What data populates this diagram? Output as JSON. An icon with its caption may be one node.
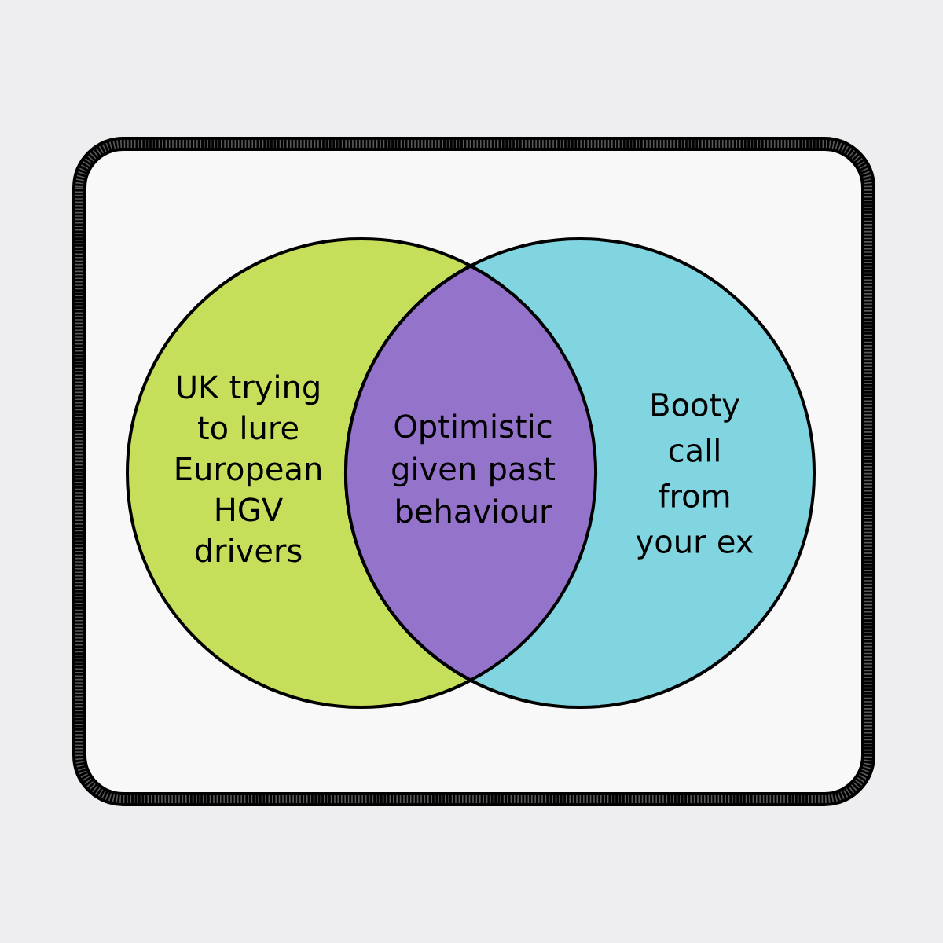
{
  "diagram": {
    "nodes": [
      {
        "text": [
          "UK trying to lure European HGV drivers"
        ]
      },
      {
        "text": [
          "Optimistic given past behaviour"
        ]
      },
      {
        "text": [
          "Booty call from your ex"
        ]
      }
    ]
  }
}
